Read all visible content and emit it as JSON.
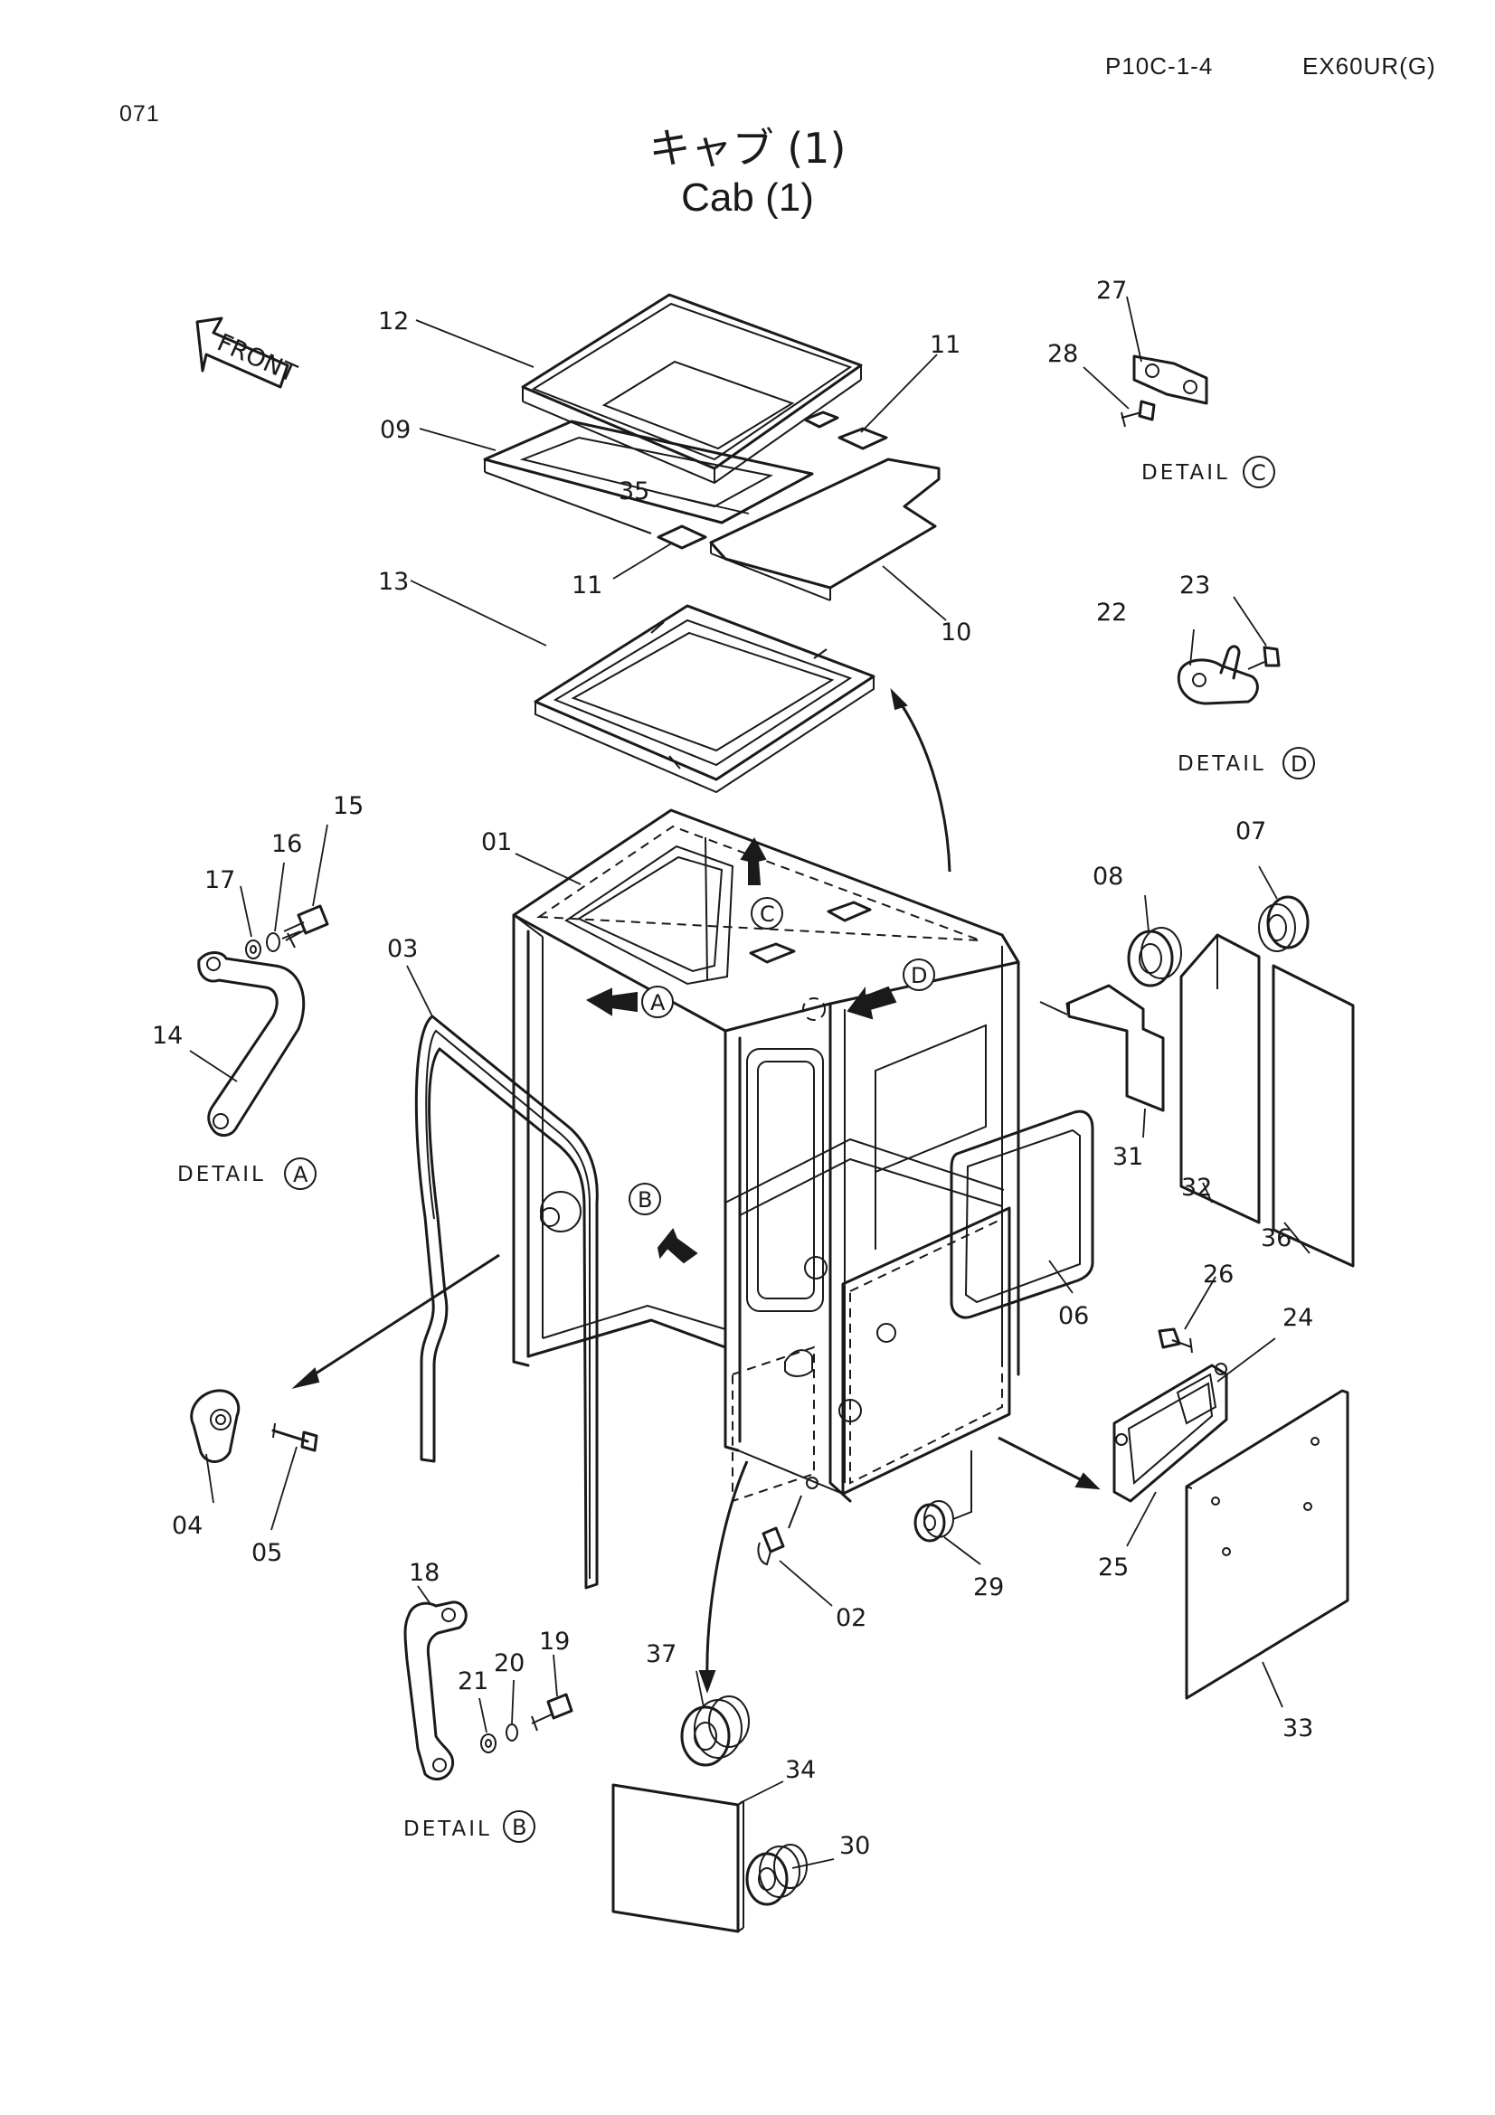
{
  "header": {
    "page_code": "P10C-1-4",
    "model": "EX60UR(G)",
    "page_number": "071"
  },
  "title": {
    "japanese": "キャブ (1)",
    "english": "Cab (1)"
  },
  "direction_label": "FRONT",
  "callouts": {
    "a": "A",
    "b": "B",
    "c": "C",
    "d": "D"
  },
  "details": {
    "a": "DETAIL",
    "b": "DETAIL",
    "c": "DETAIL",
    "d": "DETAIL"
  },
  "part_labels": {
    "p01": "01",
    "p02": "02",
    "p03": "03",
    "p04": "04",
    "p05": "05",
    "p06": "06",
    "p07": "07",
    "p08": "08",
    "p09": "09",
    "p10": "10",
    "p11a": "11",
    "p11b": "11",
    "p12": "12",
    "p13": "13",
    "p14": "14",
    "p15": "15",
    "p16": "16",
    "p17": "17",
    "p18": "18",
    "p19": "19",
    "p20": "20",
    "p21": "21",
    "p22": "22",
    "p23": "23",
    "p24": "24",
    "p25": "25",
    "p26": "26",
    "p27": "27",
    "p28": "28",
    "p29": "29",
    "p30": "30",
    "p31": "31",
    "p32": "32",
    "p33": "33",
    "p34": "34",
    "p35": "35",
    "p36": "36",
    "p37": "37"
  }
}
